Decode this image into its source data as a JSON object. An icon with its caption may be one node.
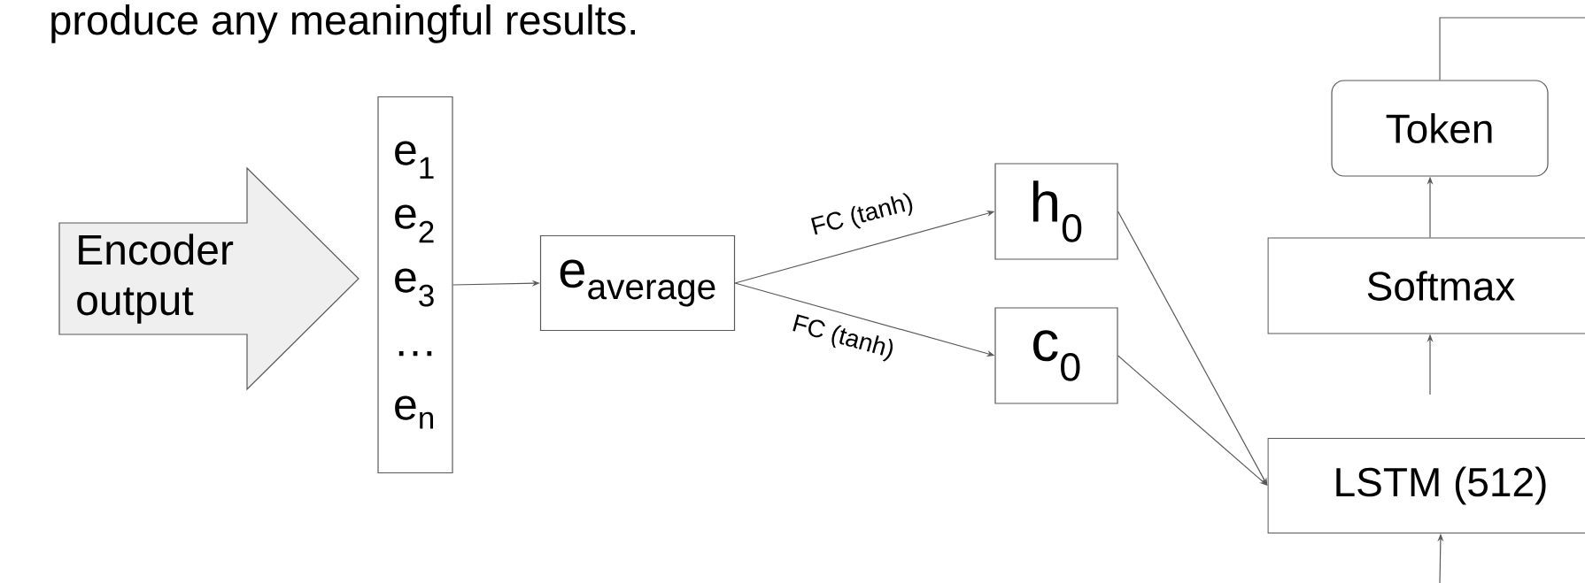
{
  "diagram": {
    "nodes": [
      {
        "text": [
          "Encoder output"
        ]
      },
      {
        "text": [
          "e$_{1}$",
          "e$_{2}$",
          "e$_{3}$",
          "…",
          "e$_{n}$"
        ]
      },
      {
        "text": [
          "e$_{average}$"
        ]
      },
      {
        "text": [
          "h$_{0}$"
        ]
      },
      {
        "text": [
          "c$_{0}$"
        ]
      },
      {
        "text": [
          "Token"
        ]
      },
      {
        "text": [
          "Softmax"
        ]
      },
      {
        "text": [
          "LSTM (512)"
        ]
      }
    ],
    "edges": [
      {
        "from": 1,
        "to": 2,
        "arrow": "to"
      },
      {
        "from": 2,
        "to": 3,
        "arrow": "to",
        "label": "FC (tanh)"
      },
      {
        "from": 2,
        "to": 4,
        "arrow": "to",
        "label": "FC (tanh)"
      },
      {
        "from": 3,
        "to": 7,
        "arrow": "to"
      },
      {
        "from": 4,
        "to": 7,
        "arrow": "to"
      },
      {
        "from": null,
        "to": 6,
        "arrow": "to"
      },
      {
        "from": 6,
        "to": 5,
        "arrow": "to"
      },
      {
        "from": null,
        "to": 7,
        "arrow": "to"
      },
      {
        "from": 5,
        "to": null,
        "arrow": "none"
      }
    ],
    "labels": [
      "produce any meaningful results."
    ]
  }
}
